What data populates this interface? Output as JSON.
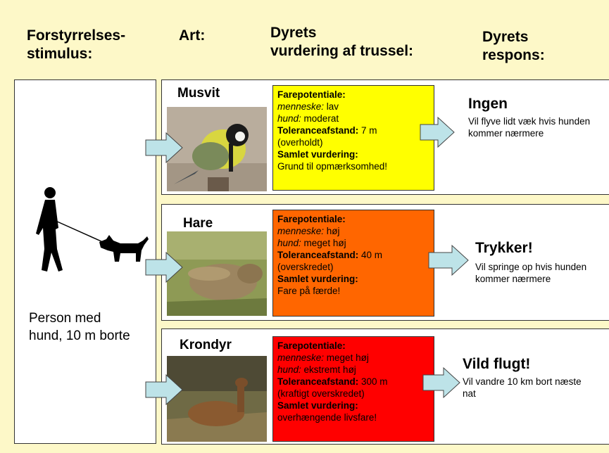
{
  "headers": {
    "stimulus_line1": "Forstyrrelses-",
    "stimulus_line2": "stimulus:",
    "art": "Art:",
    "threat_line1": "Dyrets",
    "threat_line2": "vurdering af trussel:",
    "response_line1": "Dyrets",
    "response_line2": "respons:"
  },
  "stimulus": {
    "line1": "Person med",
    "line2": "hund, 10 m borte"
  },
  "rows": [
    {
      "animal": "Musvit",
      "box_color": "#ffff00",
      "threat": {
        "l1": "Farepotentiale:",
        "l2a": "menneske:",
        "l2b": " lav",
        "l3a": "hund:",
        "l3b": " moderat",
        "l4a": "Toleranceafstand:",
        "l4b": " 7 m",
        "l5": "(overholdt)",
        "l6": "Samlet vurdering:",
        "l7": "Grund til opmærksomhed!"
      },
      "response_title": "Ingen",
      "response_text": "Vil flyve lidt væk hvis hunden kommer nærmere"
    },
    {
      "animal": "Hare",
      "box_color": "#ff6600",
      "threat": {
        "l1": "Farepotentiale:",
        "l2a": "menneske:",
        "l2b": " høj",
        "l3a": "hund:",
        "l3b": " meget høj",
        "l4a": "Toleranceafstand:",
        "l4b": " 40 m",
        "l5": "(overskredet)",
        "l6": "Samlet vurdering:",
        "l7": "Fare på færde!"
      },
      "response_title": "Trykker!",
      "response_text": "Vil springe op hvis hunden kommer nærmere"
    },
    {
      "animal": "Krondyr",
      "box_color": "#ff0000",
      "threat": {
        "l1": "Farepotentiale:",
        "l2a": "menneske:",
        "l2b": " meget høj",
        "l3a": "hund:",
        "l3b": " ekstremt høj",
        "l4a": "Toleranceafstand:",
        "l4b": " 300 m",
        "l5": "(kraftigt overskredet)",
        "l6": "Samlet vurdering:",
        "l7": "overhængende livsfare!"
      },
      "response_title": "Vild flugt!",
      "response_text": "Vil vandre 10 km bort næste nat"
    }
  ]
}
